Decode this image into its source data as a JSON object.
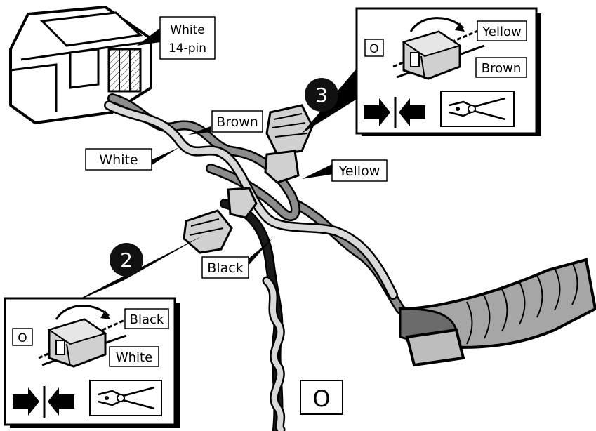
{
  "labels": {
    "connector": [
      "White",
      "14-pin"
    ],
    "brown": "Brown",
    "white": "White",
    "yellow": "Yellow",
    "black": "Black",
    "bottom_o": "O"
  },
  "step3": {
    "number": "3",
    "o_label": "O",
    "wire_top": "Yellow",
    "wire_bottom": "Brown"
  },
  "step2": {
    "number": "2",
    "o_label": "O",
    "wire_top": "Black",
    "wire_bottom": "White"
  },
  "colors": {
    "ink": "#000000",
    "wire_white": "#d9d9d9",
    "wire_gray": "#8c8c8c",
    "wire_black": "#1a1a1a",
    "tape": "#a6a6a6",
    "badge": "#111111"
  }
}
